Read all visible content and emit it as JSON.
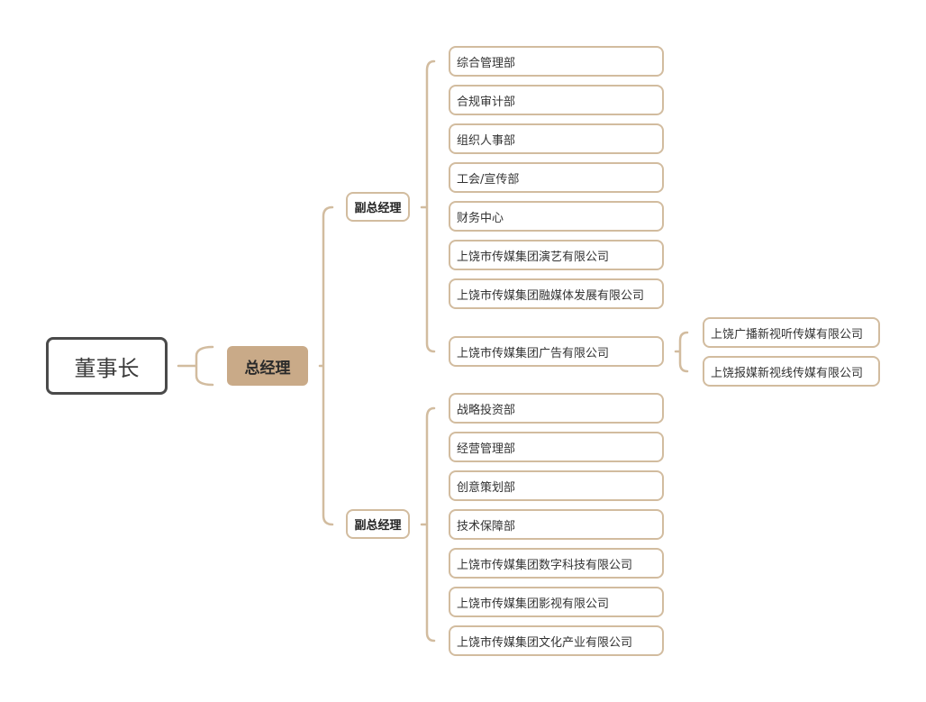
{
  "chairman": "董事长",
  "general_manager": "总经理",
  "deputies": [
    {
      "title": "副总经理",
      "units": [
        {
          "label": "综合管理部"
        },
        {
          "label": "合规审计部"
        },
        {
          "label": "组织人事部"
        },
        {
          "label": "工会/宣传部"
        },
        {
          "label": "财务中心"
        },
        {
          "label": "上饶市传媒集团演艺有限公司"
        },
        {
          "label": "上饶市传媒集团融媒体发展有限公司"
        },
        {
          "label": "上饶市传媒集团广告有限公司",
          "children": [
            "上饶广播新视听传媒有限公司",
            "上饶报媒新视线传媒有限公司"
          ]
        }
      ]
    },
    {
      "title": "副总经理",
      "units": [
        {
          "label": "战略投资部"
        },
        {
          "label": "经营管理部"
        },
        {
          "label": "创意策划部"
        },
        {
          "label": "技术保障部"
        },
        {
          "label": "上饶市传媒集团数字科技有限公司"
        },
        {
          "label": "上饶市传媒集团影视有限公司"
        },
        {
          "label": "上饶市传媒集团文化产业有限公司"
        }
      ]
    }
  ],
  "colors": {
    "connector": "#d2bc9f",
    "general_manager_fill": "#c9aa88",
    "root_border": "#4a4a4a"
  }
}
